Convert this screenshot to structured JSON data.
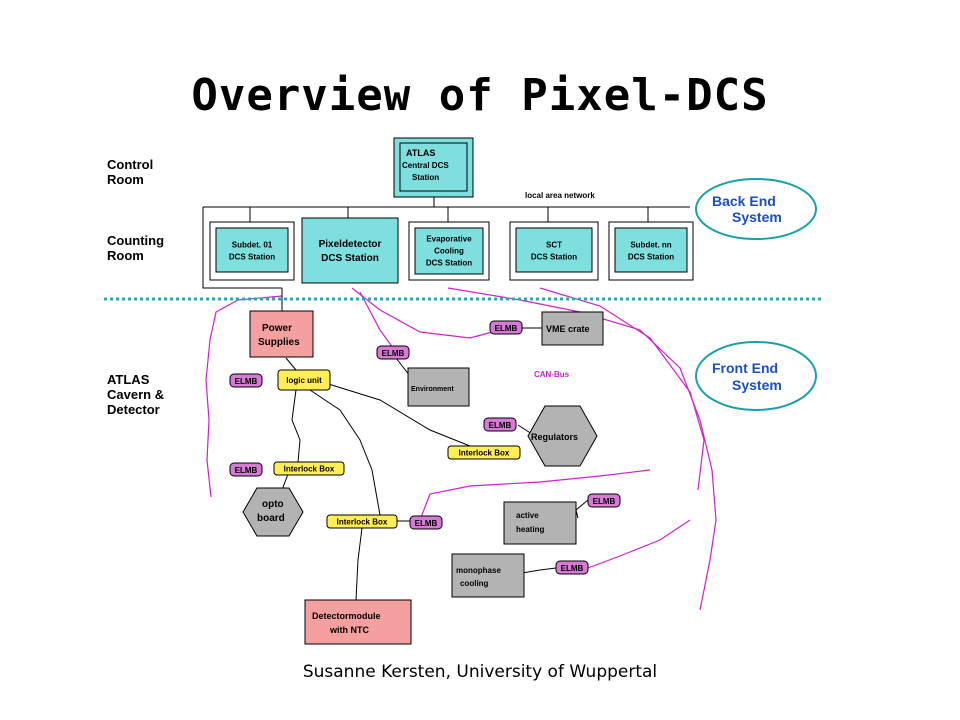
{
  "title": "Overview of Pixel-DCS",
  "footer": "Susanne Kersten, University of Wuppertal",
  "colors": {
    "cyan_box": "#7fdede",
    "pink_box": "#f4a0a0",
    "gray_box": "#b3b3b3",
    "yellow_box": "#ffee55",
    "magenta_box": "#d67ad6",
    "canbus_line": "#cc22cc",
    "dotted_line": "#2aa7b5",
    "ellipse_stroke": "#1aa0a8",
    "ellipse_text": "#1a4fc2"
  },
  "levels": {
    "control_room": [
      "Control",
      "Room"
    ],
    "counting_room": [
      "Counting",
      "Room"
    ],
    "cavern": [
      "ATLAS",
      "Cavern &",
      "Detector"
    ]
  },
  "atlas_central": [
    "ATLAS",
    "Central DCS",
    "Station"
  ],
  "network_label": "local area network",
  "stations": [
    {
      "lines": [
        "Subdet. 01",
        "DCS Station"
      ]
    },
    {
      "lines": [
        "Pixeldetector",
        "DCS Station"
      ]
    },
    {
      "lines": [
        "Evaporative",
        "Cooling",
        "DCS Station"
      ]
    },
    {
      "lines": [
        "SCT",
        "DCS Station"
      ]
    },
    {
      "lines": [
        "Subdet. nn",
        "DCS Station"
      ]
    }
  ],
  "back_end": [
    "Back End",
    "System"
  ],
  "front_end": [
    "Front End",
    "System"
  ],
  "canbus_label": "CAN-Bus",
  "front_boxes": {
    "power_supplies": [
      "Power",
      "Supplies"
    ],
    "vme_crate": "VME crate",
    "environment": "Environment",
    "regulators": "Regulators",
    "opto_board": [
      "opto",
      "board"
    ],
    "active_heating": [
      "active",
      "heating"
    ],
    "monophase_cooling": [
      "monophase",
      "cooling"
    ],
    "detectormodule": [
      "Detectormodule",
      "with NTC"
    ]
  },
  "yellow_labels": {
    "logic_unit": "logic unit",
    "interlock_left": "Interlock Box",
    "interlock_mid": "Interlock Box",
    "interlock_right": "Interlock Box"
  },
  "elmb_label": "ELMB"
}
